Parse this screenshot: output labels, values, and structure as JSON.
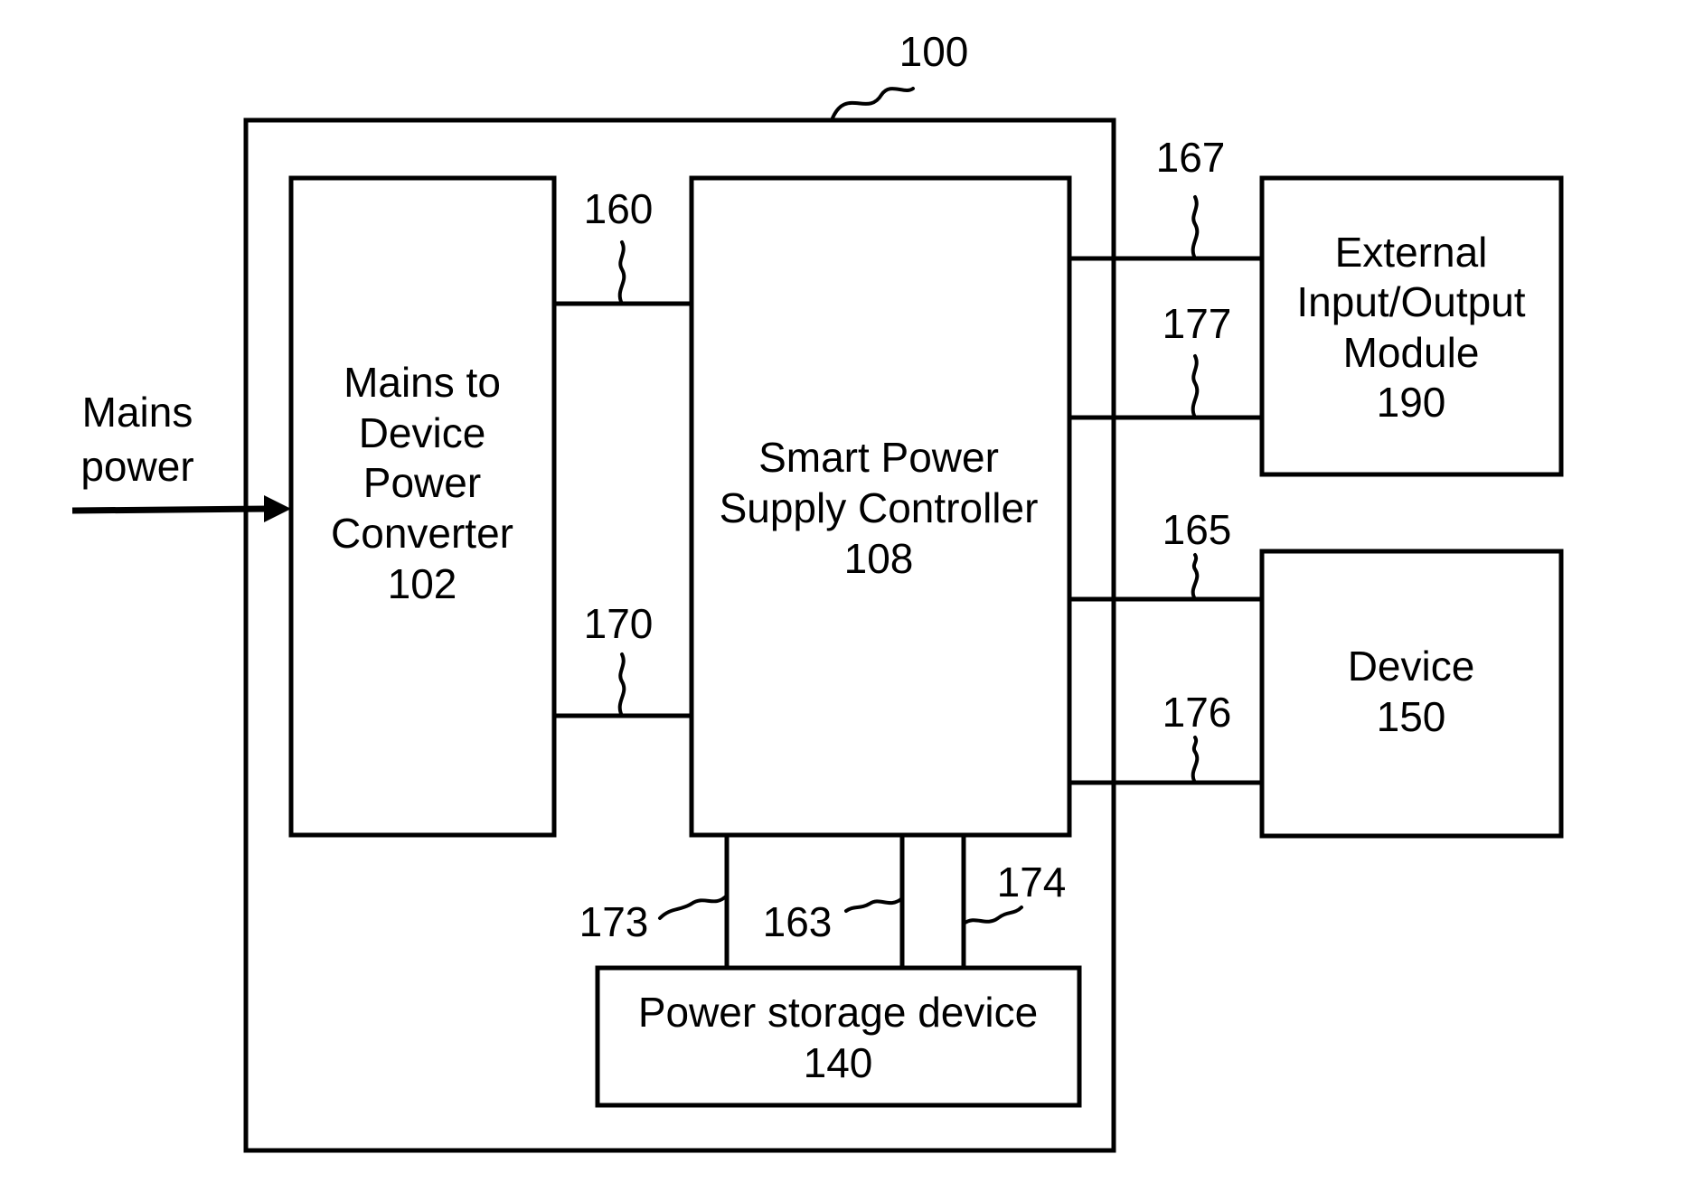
{
  "system_ref": "100",
  "input": {
    "line1": "Mains",
    "line2": "power"
  },
  "converter": {
    "line1": "Mains to",
    "line2": "Device",
    "line3": "Power",
    "line4": "Converter",
    "ref": "102"
  },
  "controller": {
    "line1": "Smart Power",
    "line2": "Supply Controller",
    "ref": "108"
  },
  "io_module": {
    "line1": "External",
    "line2": "Input/Output",
    "line3": "Module",
    "ref": "190"
  },
  "device": {
    "line1": "Device",
    "ref": "150"
  },
  "storage": {
    "line1": "Power storage device",
    "ref": "140"
  },
  "connections": {
    "c160": "160",
    "c170": "170",
    "c167": "167",
    "c177": "177",
    "c165": "165",
    "c176": "176",
    "c173": "173",
    "c163": "163",
    "c174": "174"
  }
}
